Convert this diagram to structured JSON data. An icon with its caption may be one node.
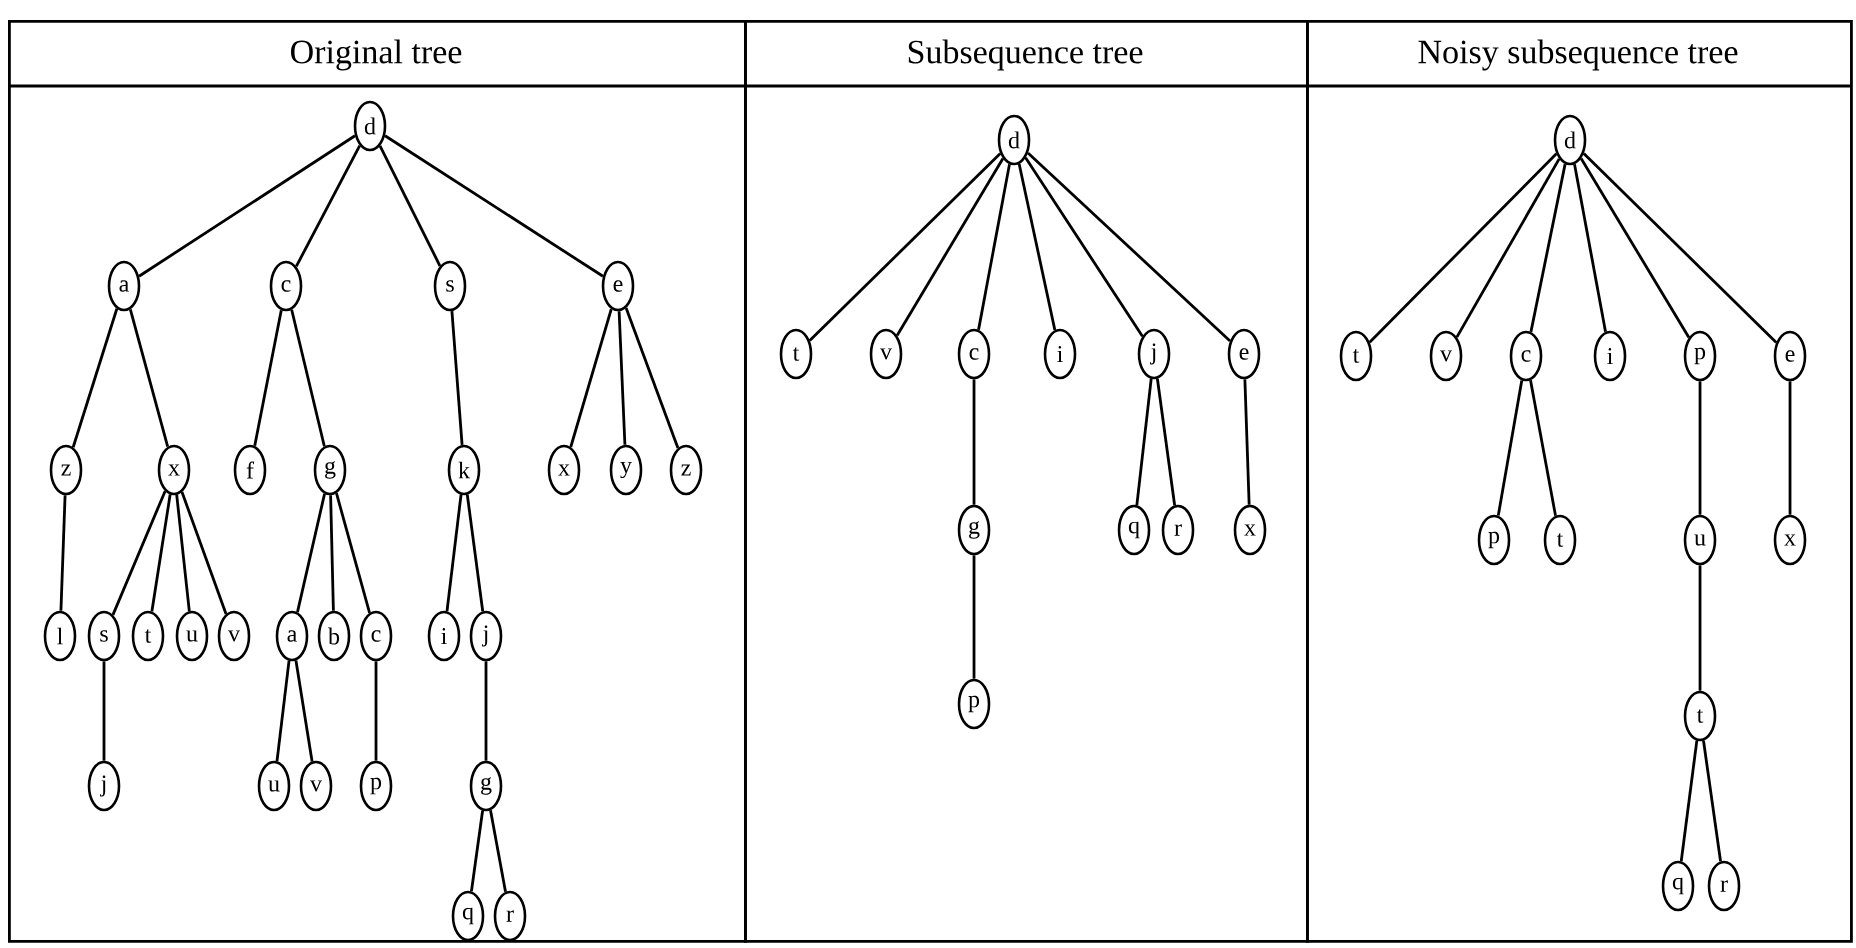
{
  "diagram": {
    "nodes": [
      {
        "text": [
          "Original tree"
        ]
      },
      {
        "text": [
          "Subsequence tree"
        ]
      },
      {
        "text": [
          "Noisy subsequence tree"
        ]
      },
      {
        "text": [
          "d"
        ],
        "in": 0
      },
      {
        "text": [
          "a"
        ],
        "in": 0
      },
      {
        "text": [
          "c"
        ],
        "in": 0
      },
      {
        "text": [
          "s"
        ],
        "in": 0
      },
      {
        "text": [
          "e"
        ],
        "in": 0
      },
      {
        "text": [
          "z"
        ],
        "in": 0
      },
      {
        "text": [
          "x"
        ],
        "in": 0
      },
      {
        "text": [
          "f"
        ],
        "in": 0
      },
      {
        "text": [
          "g"
        ],
        "in": 0
      },
      {
        "text": [
          "k"
        ],
        "in": 0
      },
      {
        "text": [
          "x"
        ],
        "in": 0
      },
      {
        "text": [
          "y"
        ],
        "in": 0
      },
      {
        "text": [
          "z"
        ],
        "in": 0
      },
      {
        "text": [
          "l"
        ],
        "in": 0
      },
      {
        "text": [
          "s"
        ],
        "in": 0
      },
      {
        "text": [
          "t"
        ],
        "in": 0
      },
      {
        "text": [
          "u"
        ],
        "in": 0
      },
      {
        "text": [
          "v"
        ],
        "in": 0
      },
      {
        "text": [
          "a"
        ],
        "in": 0
      },
      {
        "text": [
          "b"
        ],
        "in": 0
      },
      {
        "text": [
          "c"
        ],
        "in": 0
      },
      {
        "text": [
          "i"
        ],
        "in": 0
      },
      {
        "text": [
          "j"
        ],
        "in": 0
      },
      {
        "text": [
          "j"
        ],
        "in": 0
      },
      {
        "text": [
          "u"
        ],
        "in": 0
      },
      {
        "text": [
          "v"
        ],
        "in": 0
      },
      {
        "text": [
          "p"
        ],
        "in": 0
      },
      {
        "text": [
          "g"
        ],
        "in": 0
      },
      {
        "text": [
          "q"
        ],
        "in": 0
      },
      {
        "text": [
          "r"
        ],
        "in": 0
      },
      {
        "text": [
          "d"
        ],
        "in": 1
      },
      {
        "text": [
          "t"
        ],
        "in": 1
      },
      {
        "text": [
          "v"
        ],
        "in": 1
      },
      {
        "text": [
          "c"
        ],
        "in": 1
      },
      {
        "text": [
          "i"
        ],
        "in": 1
      },
      {
        "text": [
          "j"
        ],
        "in": 1
      },
      {
        "text": [
          "e"
        ],
        "in": 1
      },
      {
        "text": [
          "g"
        ],
        "in": 1
      },
      {
        "text": [
          "q"
        ],
        "in": 1
      },
      {
        "text": [
          "r"
        ],
        "in": 1
      },
      {
        "text": [
          "x"
        ],
        "in": 1
      },
      {
        "text": [
          "p"
        ],
        "in": 1
      },
      {
        "text": [
          "d"
        ],
        "in": 2
      },
      {
        "text": [
          "t"
        ],
        "in": 2
      },
      {
        "text": [
          "v"
        ],
        "in": 2
      },
      {
        "text": [
          "c"
        ],
        "in": 2
      },
      {
        "text": [
          "i"
        ],
        "in": 2
      },
      {
        "text": [
          "p"
        ],
        "in": 2
      },
      {
        "text": [
          "e"
        ],
        "in": 2
      },
      {
        "text": [
          "p"
        ],
        "in": 2
      },
      {
        "text": [
          "t"
        ],
        "in": 2
      },
      {
        "text": [
          "u"
        ],
        "in": 2
      },
      {
        "text": [
          "x"
        ],
        "in": 2
      },
      {
        "text": [
          "t"
        ],
        "in": 2
      },
      {
        "text": [
          "q"
        ],
        "in": 2
      },
      {
        "text": [
          "r"
        ],
        "in": 2
      }
    ],
    "edges": [
      {
        "from": 3,
        "to": 4,
        "arrow": "none"
      },
      {
        "from": 3,
        "to": 5,
        "arrow": "none"
      },
      {
        "from": 3,
        "to": 6,
        "arrow": "none"
      },
      {
        "from": 3,
        "to": 7,
        "arrow": "none"
      },
      {
        "from": 4,
        "to": 8,
        "arrow": "none"
      },
      {
        "from": 4,
        "to": 9,
        "arrow": "none"
      },
      {
        "from": 5,
        "to": 10,
        "arrow": "none"
      },
      {
        "from": 5,
        "to": 11,
        "arrow": "none"
      },
      {
        "from": 6,
        "to": 12,
        "arrow": "none"
      },
      {
        "from": 7,
        "to": 13,
        "arrow": "none"
      },
      {
        "from": 7,
        "to": 14,
        "arrow": "none"
      },
      {
        "from": 7,
        "to": 15,
        "arrow": "none"
      },
      {
        "from": 8,
        "to": 16,
        "arrow": "none"
      },
      {
        "from": 9,
        "to": 17,
        "arrow": "none"
      },
      {
        "from": 9,
        "to": 18,
        "arrow": "none"
      },
      {
        "from": 9,
        "to": 19,
        "arrow": "none"
      },
      {
        "from": 9,
        "to": 20,
        "arrow": "none"
      },
      {
        "from": 11,
        "to": 21,
        "arrow": "none"
      },
      {
        "from": 11,
        "to": 22,
        "arrow": "none"
      },
      {
        "from": 11,
        "to": 23,
        "arrow": "none"
      },
      {
        "from": 12,
        "to": 24,
        "arrow": "none"
      },
      {
        "from": 12,
        "to": 25,
        "arrow": "none"
      },
      {
        "from": 17,
        "to": 26,
        "arrow": "none"
      },
      {
        "from": 21,
        "to": 27,
        "arrow": "none"
      },
      {
        "from": 21,
        "to": 28,
        "arrow": "none"
      },
      {
        "from": 23,
        "to": 29,
        "arrow": "none"
      },
      {
        "from": 25,
        "to": 30,
        "arrow": "none"
      },
      {
        "from": 30,
        "to": 31,
        "arrow": "none"
      },
      {
        "from": 30,
        "to": 32,
        "arrow": "none"
      },
      {
        "from": 33,
        "to": 34,
        "arrow": "none"
      },
      {
        "from": 33,
        "to": 35,
        "arrow": "none"
      },
      {
        "from": 33,
        "to": 36,
        "arrow": "none"
      },
      {
        "from": 33,
        "to": 37,
        "arrow": "none"
      },
      {
        "from": 33,
        "to": 38,
        "arrow": "none"
      },
      {
        "from": 33,
        "to": 39,
        "arrow": "none"
      },
      {
        "from": 36,
        "to": 40,
        "arrow": "none"
      },
      {
        "from": 40,
        "to": 44,
        "arrow": "none"
      },
      {
        "from": 38,
        "to": 41,
        "arrow": "none"
      },
      {
        "from": 38,
        "to": 42,
        "arrow": "none"
      },
      {
        "from": 39,
        "to": 43,
        "arrow": "none"
      },
      {
        "from": 45,
        "to": 46,
        "arrow": "none"
      },
      {
        "from": 45,
        "to": 47,
        "arrow": "none"
      },
      {
        "from": 45,
        "to": 48,
        "arrow": "none"
      },
      {
        "from": 45,
        "to": 49,
        "arrow": "none"
      },
      {
        "from": 45,
        "to": 50,
        "arrow": "none"
      },
      {
        "from": 45,
        "to": 51,
        "arrow": "none"
      },
      {
        "from": 48,
        "to": 52,
        "arrow": "none"
      },
      {
        "from": 48,
        "to": 53,
        "arrow": "none"
      },
      {
        "from": 50,
        "to": 54,
        "arrow": "none"
      },
      {
        "from": 54,
        "to": 56,
        "arrow": "none"
      },
      {
        "from": 56,
        "to": 57,
        "arrow": "none"
      },
      {
        "from": 56,
        "to": 58,
        "arrow": "none"
      },
      {
        "from": 51,
        "to": 55,
        "arrow": "none"
      }
    ]
  }
}
